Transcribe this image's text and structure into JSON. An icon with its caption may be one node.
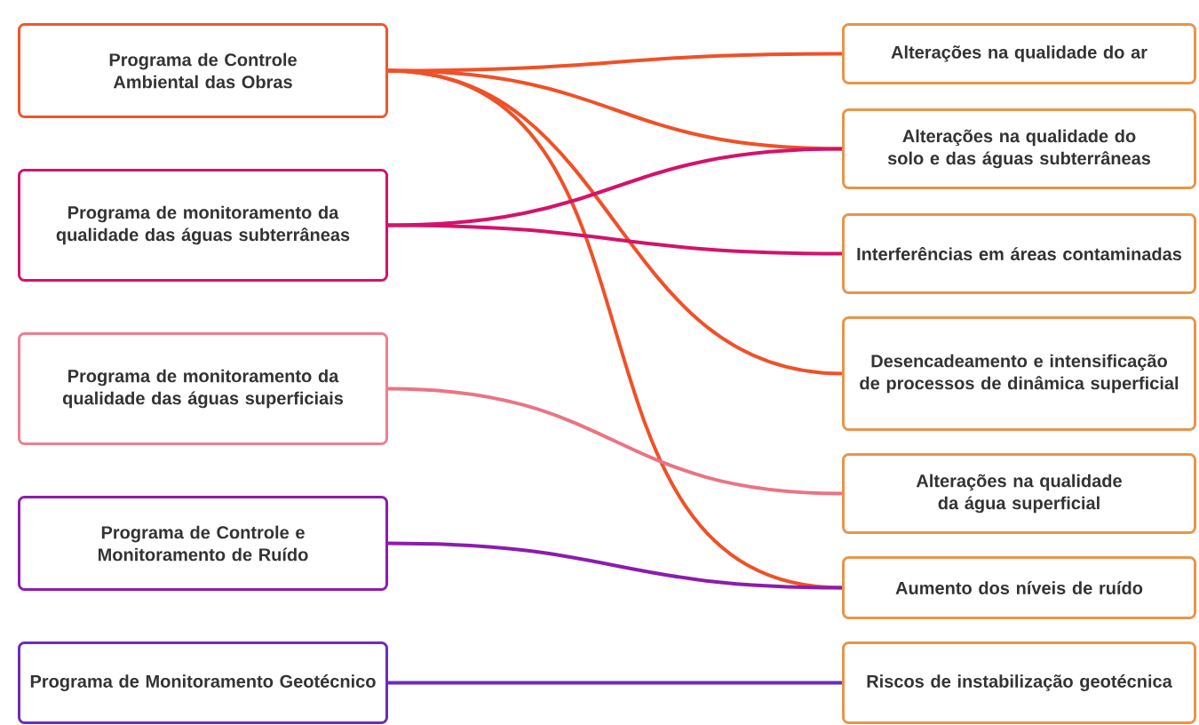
{
  "diagram": {
    "nodes": [
      {
        "text": [
          "Programa de Controle Ambiental das Obras"
        ]
      },
      {
        "text": [
          "Programa de monitoramento da qualidade das águas subterrâneas"
        ]
      },
      {
        "text": [
          "Programa de monitoramento da qualidade das águas superficiais"
        ]
      },
      {
        "text": [
          "Programa de Controle e Monitoramento de Ruído"
        ]
      },
      {
        "text": [
          "Programa de Monitoramento Geotécnico"
        ]
      },
      {
        "text": [
          "Alterações na qualidade do ar"
        ]
      },
      {
        "text": [
          "Alterações na qualidade do solo e das águas subterrâneas"
        ]
      },
      {
        "text": [
          "Interferências em áreas contaminadas"
        ]
      },
      {
        "text": [
          "Desencadeamento e intensificação de processos de dinâmica superficial"
        ]
      },
      {
        "text": [
          "Alterações na qualidade da água superficial"
        ]
      },
      {
        "text": [
          "Aumento dos níveis de ruído"
        ]
      },
      {
        "text": [
          "Riscos de instabilização geotécnica"
        ]
      }
    ],
    "edges": [
      {
        "from": 0,
        "to": 5,
        "arrow": "none",
        "color": "#ef5128"
      },
      {
        "from": 0,
        "to": 6,
        "arrow": "none",
        "color": "#ef5128"
      },
      {
        "from": 0,
        "to": 8,
        "arrow": "none",
        "color": "#ef5128"
      },
      {
        "from": 0,
        "to": 10,
        "arrow": "none",
        "color": "#ef5128"
      },
      {
        "from": 1,
        "to": 6,
        "arrow": "none",
        "color": "#d3136b"
      },
      {
        "from": 1,
        "to": 7,
        "arrow": "none",
        "color": "#d3136b"
      },
      {
        "from": 2,
        "to": 9,
        "arrow": "none",
        "color": "#ea7484"
      },
      {
        "from": 3,
        "to": 10,
        "arrow": "none",
        "color": "#8c1cae"
      },
      {
        "from": 4,
        "to": 11,
        "arrow": "none",
        "color": "#6b2cc0"
      }
    ]
  }
}
